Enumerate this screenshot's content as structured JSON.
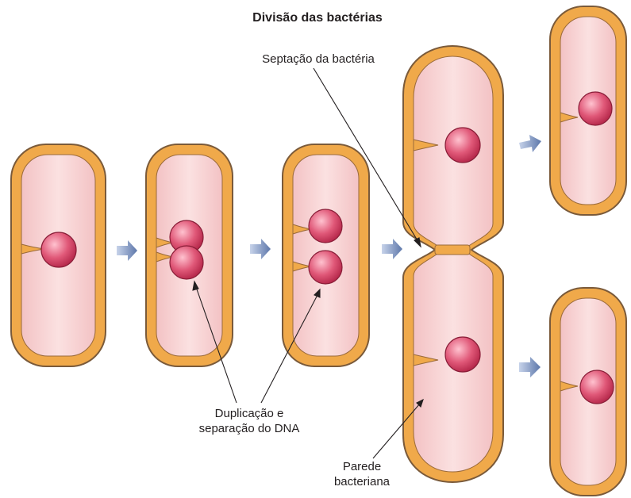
{
  "title": "Divisão das bactérias",
  "labels": {
    "septation": "Septação da bactéria",
    "dna_line1": "Duplicação e",
    "dna_line2": "separação do DNA",
    "wall_line1": "Parede",
    "wall_line2": "bacteriana"
  },
  "colors": {
    "wall": "#f0a94a",
    "wall_stroke": "#7a5a3a",
    "cytoplasm": "#f8d3d3",
    "nucleoid": "#d94a68",
    "arrow": "#6f86b4",
    "text": "#231f20"
  }
}
